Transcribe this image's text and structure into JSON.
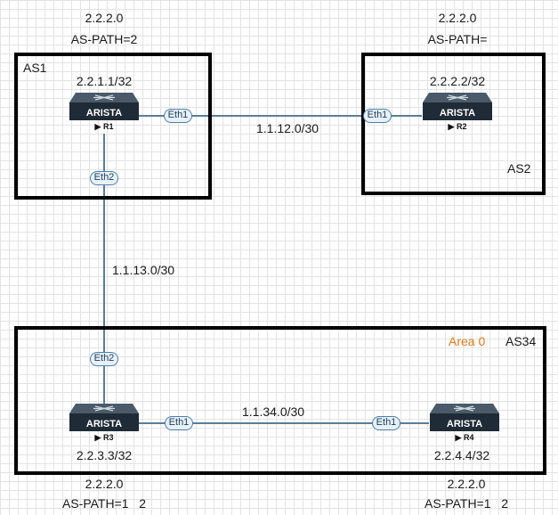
{
  "nodes": {
    "r1": {
      "name": "R1",
      "loopback": "2.2.1.1/32",
      "brand": "ARISTA"
    },
    "r2": {
      "name": "R2",
      "loopback": "2.2.2.2/32",
      "brand": "ARISTA"
    },
    "r3": {
      "name": "R3",
      "loopback": "2.2.3.3/32",
      "brand": "ARISTA"
    },
    "r4": {
      "name": "R4",
      "loopback": "2.2.4.4/32",
      "brand": "ARISTA"
    }
  },
  "boxes": {
    "as1": {
      "label": "AS1"
    },
    "as2": {
      "label": "AS2"
    },
    "as34": {
      "label": "AS34",
      "area_label": "Area 0"
    }
  },
  "links": {
    "r1_r2": {
      "subnet": "1.1.12.0/30",
      "a_iface": "Eth1",
      "b_iface": "Eth1"
    },
    "r1_r3": {
      "subnet": "1.1.13.0/30",
      "a_iface": "Eth2",
      "b_iface": "Eth2"
    },
    "r3_r4": {
      "subnet": "1.1.34.0/30",
      "a_iface": "Eth1",
      "b_iface": "Eth1"
    }
  },
  "routes": {
    "r1": {
      "prefix": "2.2.2.0",
      "as_path": "AS-PATH=2"
    },
    "r2": {
      "prefix": "2.2.2.0",
      "as_path": "AS-PATH="
    },
    "r3": {
      "prefix": "2.2.2.0",
      "as_path": "AS-PATH=1   2"
    },
    "r4": {
      "prefix": "2.2.2.0",
      "as_path": "AS-PATH=1   2"
    }
  },
  "colors": {
    "router_top": "#4a5a69",
    "router_front": "#1f2b36",
    "interface_border": "#4f7fa8",
    "interface_fill": "#e6f1fa",
    "area_label": "#e07b1a"
  }
}
